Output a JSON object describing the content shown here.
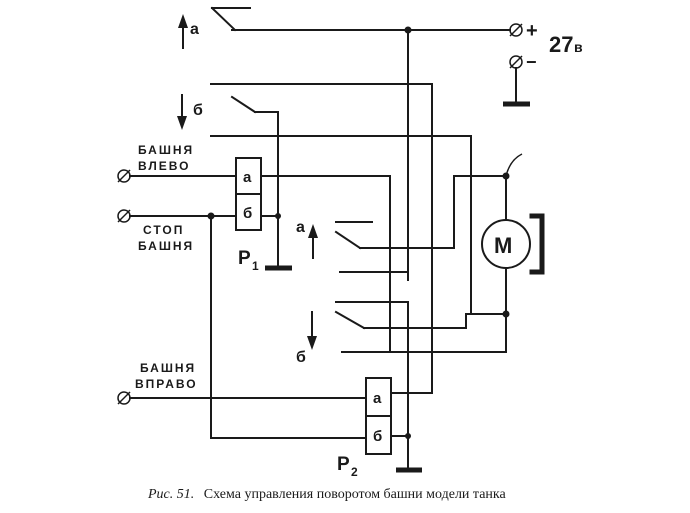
{
  "supply": {
    "plus": "+",
    "minus": "−",
    "voltage": "27",
    "unit": "в"
  },
  "upper_switch_a": "а",
  "upper_switch_b": "б",
  "lower_switch_a": "а",
  "lower_switch_b": "б",
  "inputs": {
    "left_line1": "БАШНЯ",
    "left_line2": "ВЛЕВО",
    "stop_line1": "СТОП",
    "stop_line2": "БАШНЯ",
    "right_line1": "БАШНЯ",
    "right_line2": "ВПРАВО"
  },
  "relay1": {
    "coil_a": "а",
    "coil_b": "б",
    "name": "Р",
    "sub": "1"
  },
  "relay2": {
    "coil_a": "а",
    "coil_b": "б",
    "name": "Р",
    "sub": "2"
  },
  "motor": "М",
  "caption": {
    "prefix": "Рис. 51.",
    "text": "Схема управления поворотом башни модели танка"
  }
}
